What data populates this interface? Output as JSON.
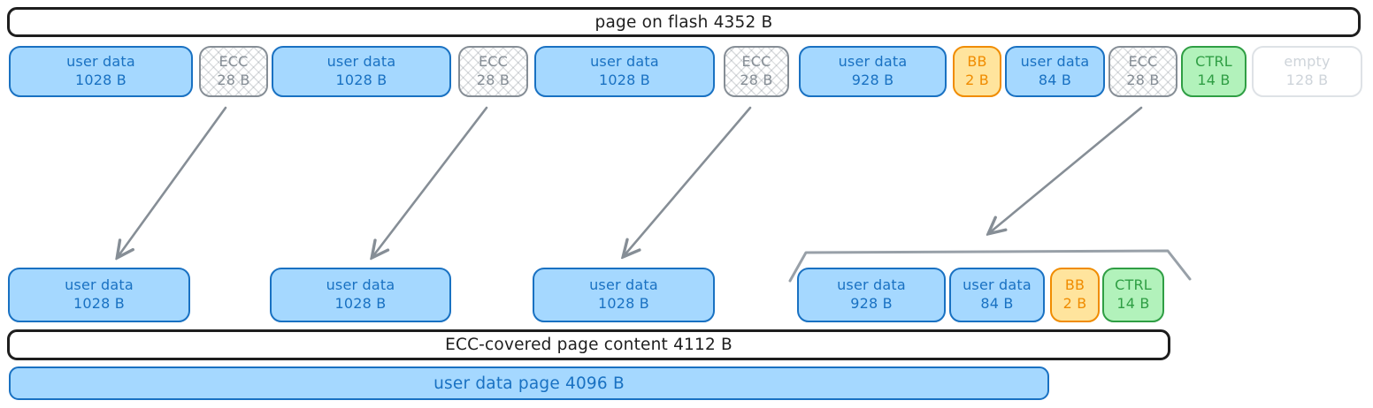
{
  "page_bar": {
    "label": "page on flash 4352 B"
  },
  "flash_row": [
    {
      "label": "user data",
      "size": "1028 B",
      "kind": "user-data"
    },
    {
      "label": "ECC",
      "size": "28 B",
      "kind": "ecc"
    },
    {
      "label": "user data",
      "size": "1028 B",
      "kind": "user-data"
    },
    {
      "label": "ECC",
      "size": "28 B",
      "kind": "ecc"
    },
    {
      "label": "user data",
      "size": "1028 B",
      "kind": "user-data"
    },
    {
      "label": "ECC",
      "size": "28 B",
      "kind": "ecc"
    },
    {
      "label": "user data",
      "size": "928 B",
      "kind": "user-data"
    },
    {
      "label": "BB",
      "size": "2 B",
      "kind": "bad-block"
    },
    {
      "label": "user data",
      "size": "84 B",
      "kind": "user-data"
    },
    {
      "label": "ECC",
      "size": "28 B",
      "kind": "ecc"
    },
    {
      "label": "CTRL",
      "size": "14 B",
      "kind": "ctrl"
    },
    {
      "label": "empty",
      "size": "128 B",
      "kind": "empty"
    }
  ],
  "decoded_row": [
    {
      "label": "user data",
      "size": "1028 B",
      "kind": "user-data"
    },
    {
      "label": "user data",
      "size": "1028 B",
      "kind": "user-data"
    },
    {
      "label": "user data",
      "size": "1028 B",
      "kind": "user-data"
    },
    {
      "label": "user data",
      "size": "928 B",
      "kind": "user-data"
    },
    {
      "label": "user data",
      "size": "84 B",
      "kind": "user-data"
    },
    {
      "label": "BB",
      "size": "2 B",
      "kind": "bad-block"
    },
    {
      "label": "CTRL",
      "size": "14 B",
      "kind": "ctrl"
    }
  ],
  "ecc_covered_bar": {
    "label": "ECC-covered page content 4112 B"
  },
  "user_data_bar": {
    "label": "user data page 4096 B"
  },
  "palette": {
    "ink": "#1e1e1e",
    "blue_stroke": "#1971c2",
    "blue_fill": "#a5d8ff",
    "orange_stroke": "#f08c00",
    "orange_fill": "#ffe49d",
    "green_stroke": "#2f9e44",
    "green_fill": "#b2f2bb",
    "gray_stroke": "#868e96",
    "empty_stroke": "#dee2e6",
    "empty_text": "#ced4da",
    "arrow": "#868e96",
    "bracket": "#98a0a8"
  }
}
